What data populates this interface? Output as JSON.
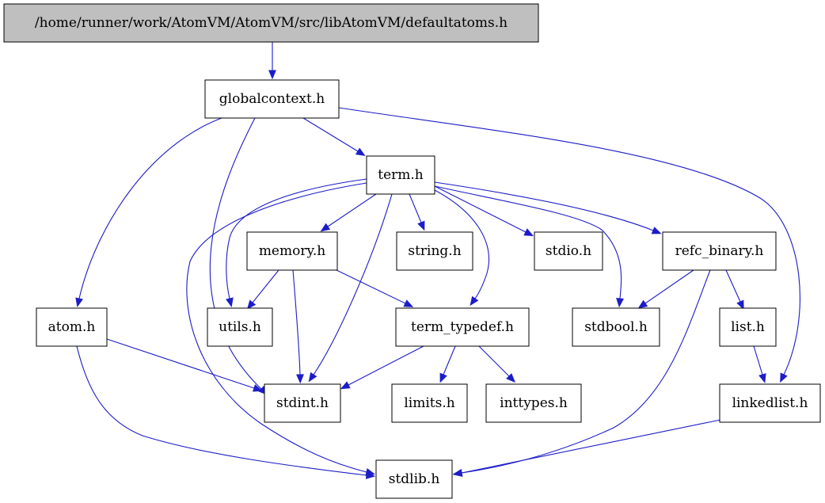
{
  "diagram": {
    "nodes": [
      {
        "id": "defaultatoms",
        "label": "/home/runner/work/AtomVM/AtomVM/src/libAtomVM/defaultatoms.h",
        "highlighted": true
      },
      {
        "id": "globalcontext",
        "label": "globalcontext.h"
      },
      {
        "id": "term",
        "label": "term.h"
      },
      {
        "id": "memory",
        "label": "memory.h"
      },
      {
        "id": "string",
        "label": "string.h"
      },
      {
        "id": "stdio",
        "label": "stdio.h"
      },
      {
        "id": "refc_binary",
        "label": "refc_binary.h"
      },
      {
        "id": "atom",
        "label": "atom.h"
      },
      {
        "id": "utils",
        "label": "utils.h"
      },
      {
        "id": "term_typedef",
        "label": "term_typedef.h"
      },
      {
        "id": "stdbool",
        "label": "stdbool.h"
      },
      {
        "id": "list",
        "label": "list.h"
      },
      {
        "id": "stdint",
        "label": "stdint.h"
      },
      {
        "id": "limits",
        "label": "limits.h"
      },
      {
        "id": "inttypes",
        "label": "inttypes.h"
      },
      {
        "id": "linkedlist",
        "label": "linkedlist.h"
      },
      {
        "id": "stdlib",
        "label": "stdlib.h"
      }
    ],
    "edges": [
      {
        "from": "defaultatoms",
        "to": "globalcontext"
      },
      {
        "from": "globalcontext",
        "to": "atom"
      },
      {
        "from": "globalcontext",
        "to": "stdint"
      },
      {
        "from": "globalcontext",
        "to": "term"
      },
      {
        "from": "globalcontext",
        "to": "linkedlist"
      },
      {
        "from": "term",
        "to": "utils"
      },
      {
        "from": "term",
        "to": "stdlib"
      },
      {
        "from": "term",
        "to": "memory"
      },
      {
        "from": "term",
        "to": "stdint"
      },
      {
        "from": "term",
        "to": "string"
      },
      {
        "from": "term",
        "to": "term_typedef"
      },
      {
        "from": "term",
        "to": "stdio"
      },
      {
        "from": "term",
        "to": "stdbool"
      },
      {
        "from": "term",
        "to": "refc_binary"
      },
      {
        "from": "memory",
        "to": "utils"
      },
      {
        "from": "memory",
        "to": "stdint"
      },
      {
        "from": "memory",
        "to": "term_typedef"
      },
      {
        "from": "refc_binary",
        "to": "stdbool"
      },
      {
        "from": "refc_binary",
        "to": "list"
      },
      {
        "from": "refc_binary",
        "to": "stdlib"
      },
      {
        "from": "atom",
        "to": "stdint"
      },
      {
        "from": "atom",
        "to": "stdlib"
      },
      {
        "from": "term_typedef",
        "to": "stdint"
      },
      {
        "from": "term_typedef",
        "to": "limits"
      },
      {
        "from": "term_typedef",
        "to": "inttypes"
      },
      {
        "from": "list",
        "to": "linkedlist"
      },
      {
        "from": "linkedlist",
        "to": "stdlib"
      }
    ],
    "colors": {
      "edge": "#1c1cc8",
      "root_fill": "#bfbfbf",
      "node_fill": "#ffffff",
      "node_stroke": "#000000"
    }
  }
}
